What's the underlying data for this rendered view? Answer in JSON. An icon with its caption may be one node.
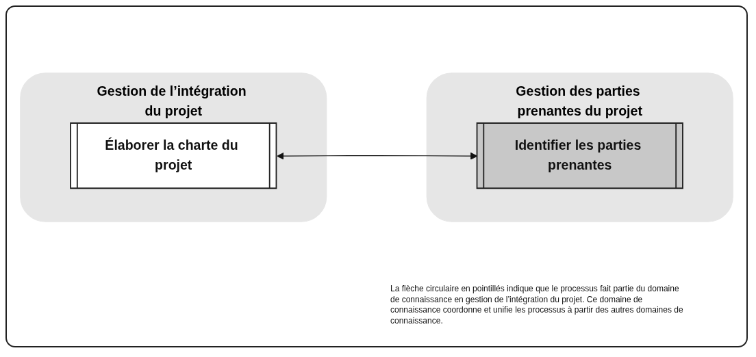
{
  "diagram": {
    "nodes": [
      {
        "text": [
          "Gestion de l’intégration du projet"
        ]
      },
      {
        "text": [
          "Élaborer la charte du projet"
        ],
        "in": 0
      },
      {
        "text": [
          "Gestion des parties prenantes du projet"
        ]
      },
      {
        "text": [
          "Identifier les parties prenantes"
        ],
        "in": 2
      }
    ],
    "edges": [
      {
        "from": 1,
        "to": 3,
        "arrow": "both"
      }
    ],
    "labels": [
      "La flèche circulaire en pointillés indique que le processus fait partie du domaine de connaissance en gestion de l’intégration du projet. Ce domaine de connaissance coordonne et unifie les processus à partir des autres domaines de connaissance."
    ]
  }
}
